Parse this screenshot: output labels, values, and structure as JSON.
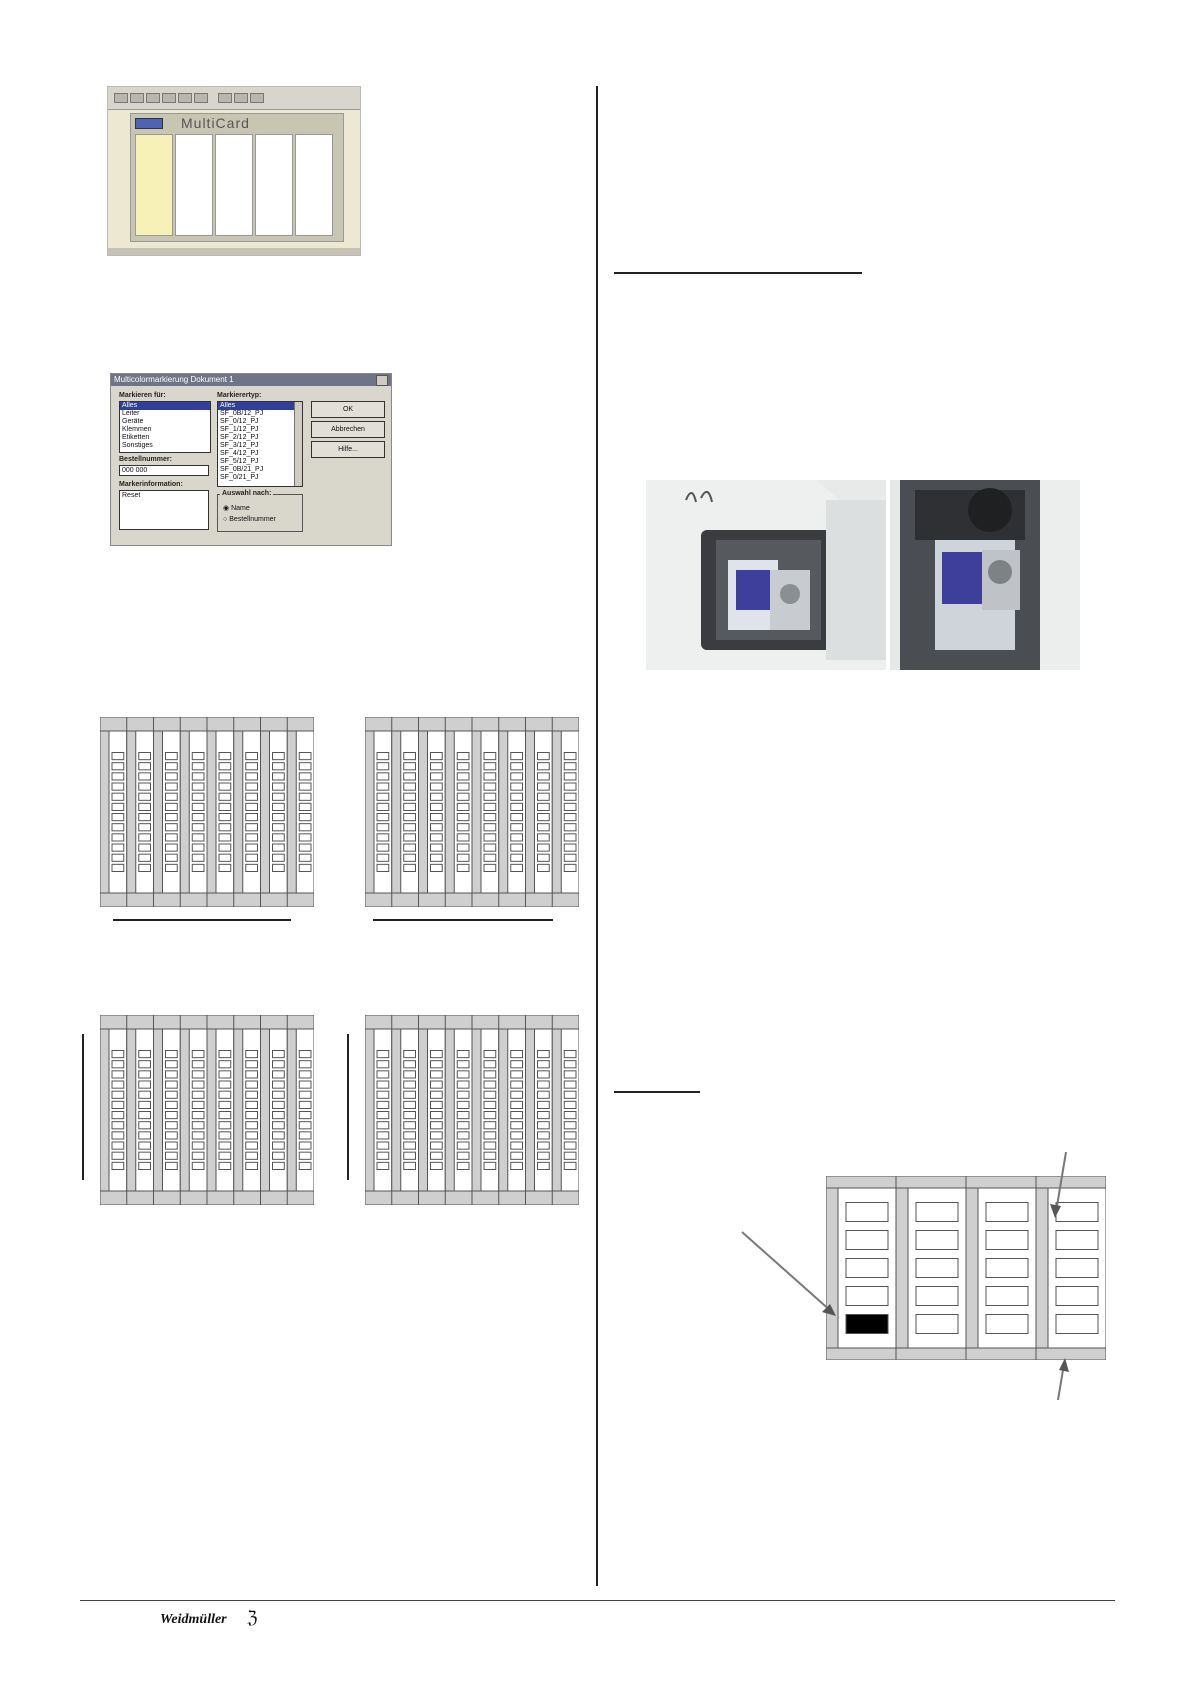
{
  "screenshot_app": {
    "title": "MultiCard"
  },
  "dialog": {
    "title": "Multicolormarkierung Dokument 1",
    "marker_for_label": "Markieren für:",
    "marker_for_items": [
      "Alles",
      "Leiter",
      "Geräte",
      "Klemmen",
      "Etiketten",
      "Sonstiges"
    ],
    "marker_type_label": "Markierertyp:",
    "marker_type_items": [
      "Alles",
      "SF_0B/12_PJ",
      "SF_0/12_PJ",
      "SF_1/12_PJ",
      "SF_2/12_PJ",
      "SF_3/12_PJ",
      "SF_4/12_PJ",
      "SF_5/12_PJ",
      "SF_0B/21_PJ",
      "SF_0/21_PJ"
    ],
    "order_number_label": "Bestellnummer:",
    "order_number_value": "000 000",
    "marker_info_label": "Markerinformation:",
    "marker_info_value": "Reset",
    "select_by_label": "Auswahl nach:",
    "select_by_options": [
      "Name",
      "Bestellnummer"
    ],
    "ok_button": "OK",
    "cancel_button": "Abbrechen",
    "help_button": "Hilfe..."
  },
  "footer": {
    "logo": "Weidmüller",
    "logo_mark": "ℨ"
  }
}
